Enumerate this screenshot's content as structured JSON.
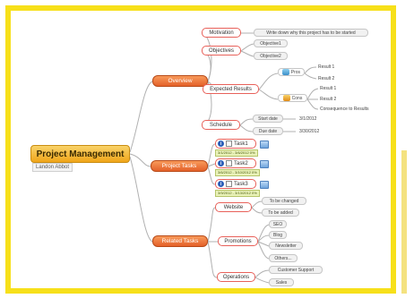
{
  "central": {
    "title": "Project Management",
    "caption": "Landon Abbot"
  },
  "branches": {
    "overview": "Overview",
    "project_tasks": "Project Tasks",
    "related_tasks": "Related Tasks"
  },
  "overview": {
    "motivation": "Motivation",
    "motivation_note": "Write down why this project has to be started",
    "objectives": "Objectives",
    "objective_items": [
      "Objective1",
      "Objective2"
    ],
    "expected_results": "Expected Results",
    "pros": "Pros",
    "pros_results": [
      "Result 1",
      "Result 2"
    ],
    "cons": "Cons",
    "cons_results": [
      "Result 1",
      "Result 2",
      "Consequence to Results"
    ],
    "schedule": "Schedule",
    "start_label": "Start date",
    "start_value": "3/1/2012",
    "due_label": "Due date",
    "due_value": "3/30/2012"
  },
  "tasks": [
    {
      "label": "Task1",
      "bar": "3/1/2012 - 3/6/2012 0%"
    },
    {
      "label": "Task2",
      "bar": "3/6/2012 - 3/10/2012 0%"
    },
    {
      "label": "Task3",
      "bar": "3/9/2012 - 3/13/2012 0%"
    }
  ],
  "related": {
    "website": "Website",
    "website_items": [
      "To be changed",
      "To be added"
    ],
    "promotions": "Promotions",
    "promotion_items": [
      "SEO",
      "Blog",
      "Newsletter",
      "Others..."
    ],
    "operations": "Operations",
    "operation_items": [
      "Customer Support",
      "Sales"
    ]
  },
  "colors": {
    "frame": "#f7e01a",
    "branch": "#e4612a",
    "central": "#f0a51a",
    "topic_border": "#e8615a"
  }
}
